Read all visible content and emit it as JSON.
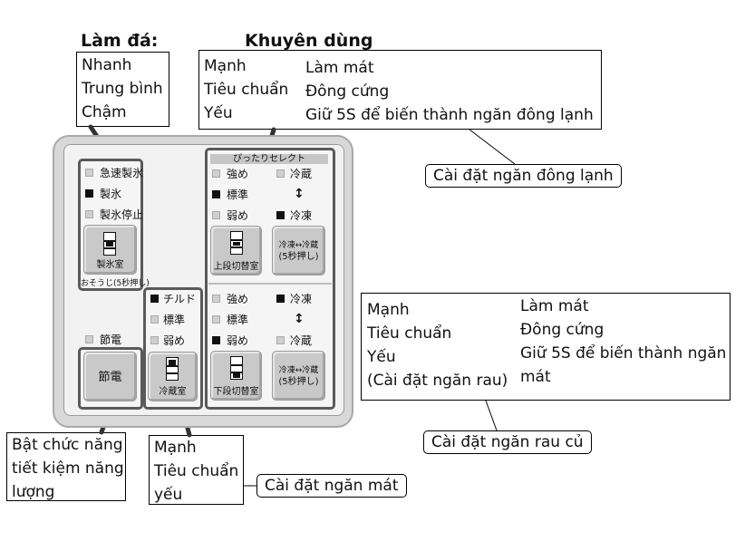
{
  "headings": {
    "ice": "Làm đá:",
    "recommend": "Khuyên dùng"
  },
  "ice_box": {
    "lines": [
      "Nhanh",
      "Trung bình",
      "Chậm"
    ]
  },
  "top_box": {
    "left": [
      "Mạnh",
      "Tiêu chuẩn",
      "Yếu"
    ],
    "right": [
      "Làm mát",
      "Đông cứng",
      "Giữ 5S để biến thành ngăn đông lạnh"
    ]
  },
  "freezer_callout": "Cài đặt ngăn đông lạnh",
  "mid_box": {
    "left": [
      "Mạnh",
      "Tiêu chuẩn",
      "Yếu",
      "(Cài đặt ngăn rau)"
    ],
    "right": [
      "Làm mát",
      "Đông cứng",
      "Giữ 5S để biến thành ngăn",
      "mát"
    ]
  },
  "veg_callout": "Cài đặt ngăn rau củ",
  "energy_box": {
    "lines": [
      "Bật chức năng",
      "tiết kiệm năng",
      "lượng"
    ]
  },
  "fridge_box": {
    "lines": [
      "Mạnh",
      "Tiêu chuẩn",
      "yếu"
    ]
  },
  "fridge_callout": "Cài đặt ngăn mát",
  "panel": {
    "ice": {
      "options": [
        "急速製氷",
        "製氷",
        "製氷停止"
      ],
      "active": [
        false,
        true,
        false
      ],
      "button": "製氷室",
      "sub": "おそうじ(5秒押し)"
    },
    "eco": {
      "indicator": "節電",
      "button": "節電"
    },
    "chilled": {
      "options": [
        "チルド",
        "標準",
        "弱め"
      ],
      "active": [
        true,
        false,
        false
      ],
      "button": "冷蔵室"
    },
    "select_title": "ぴったりセレクト",
    "upper": {
      "options": [
        "強め",
        "標準",
        "弱め"
      ],
      "active": [
        false,
        true,
        false
      ],
      "mode": [
        "冷蔵",
        "↕",
        "冷凍"
      ],
      "mode_active": [
        false,
        null,
        true
      ],
      "button": "上段切替室",
      "switch_line1": "冷凍↔冷蔵",
      "switch_line2": "(5秒押し)"
    },
    "lower": {
      "options": [
        "強め",
        "標準",
        "弱め"
      ],
      "active": [
        false,
        false,
        true
      ],
      "mode": [
        "冷凍",
        "↕",
        "冷蔵"
      ],
      "mode_active": [
        true,
        null,
        false
      ],
      "button": "下段切替室",
      "switch_line1": "冷凍↔冷蔵",
      "switch_line2": "(5秒押し)"
    }
  },
  "colors": {
    "panel_bg": "#d8d8d8",
    "group_border": "#5a5a5a",
    "indicator_on": "#111111",
    "indicator_off": "#cfcfcf"
  }
}
